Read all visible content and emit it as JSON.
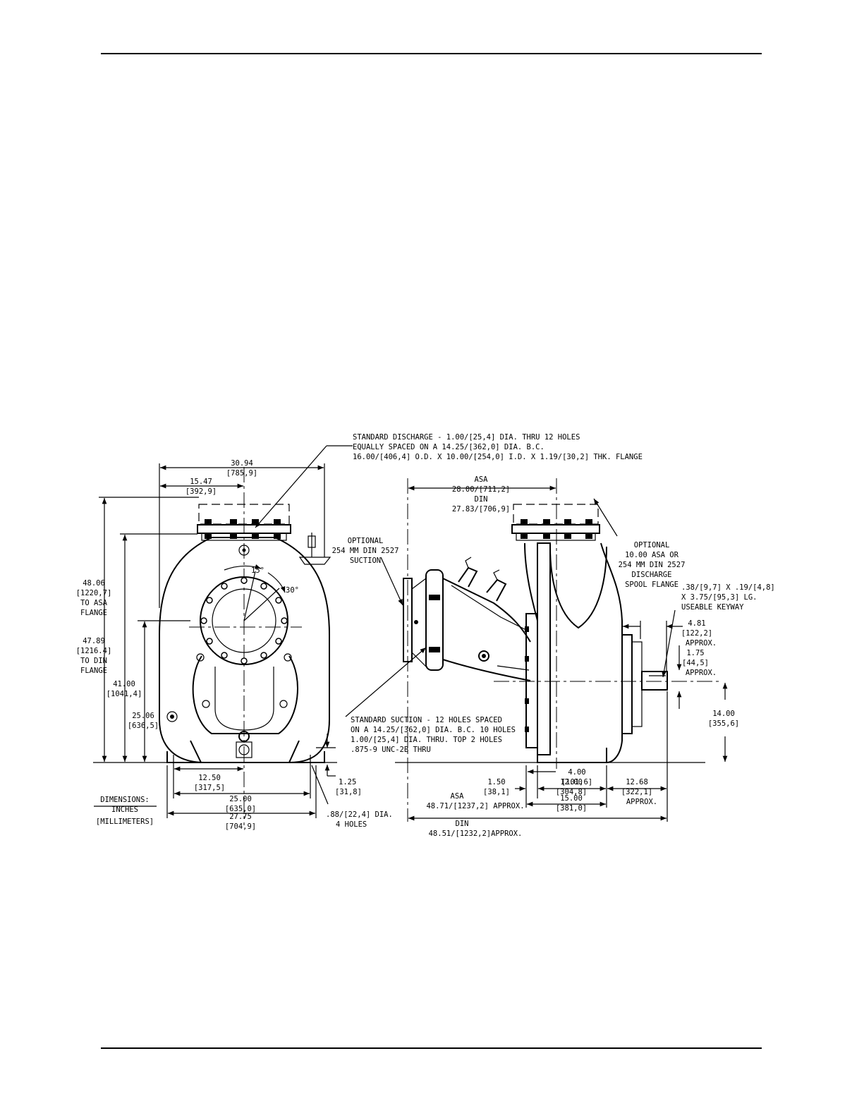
{
  "notes": {
    "discharge": [
      "STANDARD  DISCHARGE - 1.00/[25,4] DIA. THRU 12 HOLES",
      "EQUALLY SPACED ON A 14.25/[362,0] DIA. B.C.",
      "16.00/[406,4] O.D. X 10.00/[254,0] I.D. X 1.19/[30,2] THK. FLANGE"
    ],
    "suction": [
      "STANDARD SUCTION  - 12 HOLES SPACED",
      "ON A 14.25/[362,0] DIA. B.C. 10 HOLES",
      "1.00/[25,4] DIA. THRU. TOP 2 HOLES",
      ".875-9 UNC-2B THRU"
    ],
    "optional_suction": [
      "OPTIONAL",
      "254 MM DIN 2527",
      "SUCTION"
    ],
    "optional_discharge": [
      "OPTIONAL",
      "10.00 ASA OR",
      "254 MM DIN 2527",
      "DISCHARGE",
      "SPOOL FLANGE"
    ],
    "keyway": [
      ".38/[9,7] X .19/[4,8]",
      "X 3.75/[95,3] LG.",
      "USEABLE KEYWAY"
    ],
    "units": [
      "DIMENSIONS:",
      "INCHES",
      "[MILLIMETERS]"
    ],
    "holes": [
      ".88/[22,4] DIA.",
      "4 HOLES"
    ]
  },
  "front": {
    "w_total": [
      "30.94",
      "[785,9]"
    ],
    "w_half": [
      "15.47",
      "[392,9]"
    ],
    "h_asa": [
      "48.06",
      "[1220,7]",
      "TO ASA",
      "FLANGE"
    ],
    "h_din": [
      "47.89",
      "[1216.4]",
      "TO DIN",
      "FLANGE"
    ],
    "h_suction": [
      "41.00",
      "[1041,4]"
    ],
    "h_center": [
      "25.06",
      "[636,5]"
    ],
    "angle_15": "15°",
    "angle_30": "30°",
    "w_center": [
      "12.50",
      "[317,5]"
    ],
    "w_holes": [
      "25.00",
      "[635,0]"
    ],
    "w_base": [
      "27.75",
      "[704,9]"
    ],
    "foot": [
      "1.25",
      "[31,8]"
    ]
  },
  "side": {
    "asa_len": [
      "ASA",
      "28.00/[711,2]"
    ],
    "din_len": [
      "DIN",
      "27.83/[706,9]"
    ],
    "shaft_48": [
      "4.81",
      "[122,2]",
      "APPROX."
    ],
    "shaft_175": [
      "1.75",
      "[44,5]",
      "APPROX."
    ],
    "shaft_h": [
      "14.00",
      "[355,6]"
    ],
    "d_400": [
      "4.00",
      "[101,6]"
    ],
    "d_150": [
      "1.50",
      "[38,1]"
    ],
    "d_1200": [
      "12.00",
      "[304,8]"
    ],
    "d_1268": [
      "12.68",
      "[322,1]",
      "APPROX."
    ],
    "d_1500": [
      "15.00",
      "[381,0]"
    ],
    "asa_total": [
      "ASA",
      "48.71/[1237,2] APPROX."
    ],
    "din_total": [
      "DIN",
      "48.51/[1232,2]APPROX."
    ]
  }
}
